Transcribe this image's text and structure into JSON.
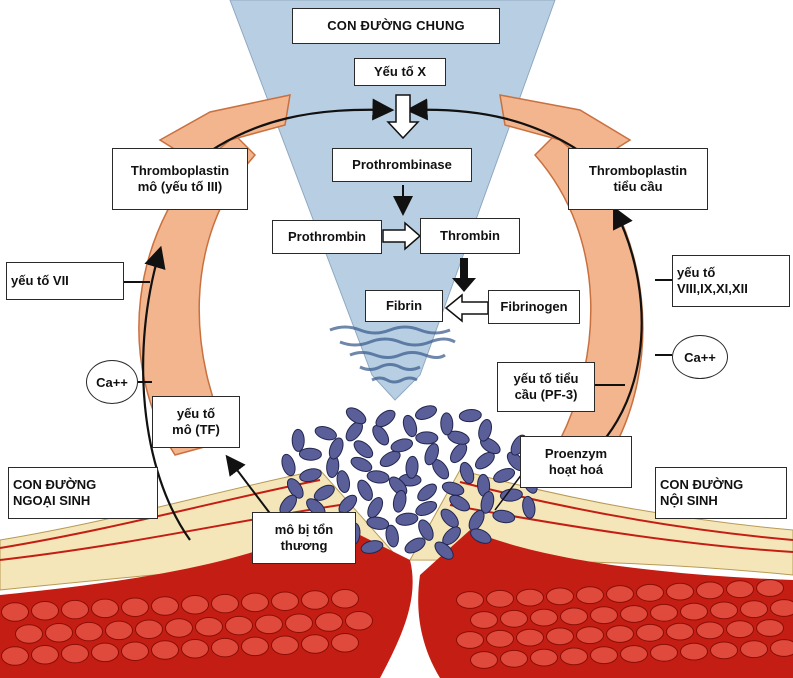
{
  "colors": {
    "funnel": "#b8cfe3",
    "ring": "#f2b58e",
    "ring_edge": "#c9703f",
    "tissue_red": "#c41e14",
    "tissue_cream": "#f4e6b8",
    "clot": "#5a5f9a"
  },
  "common_pathway": {
    "title": "CON ĐƯỜNG CHUNG",
    "factor_x": "Yếu tố X",
    "prothrombinase": "Prothrombinase",
    "prothrombin": "Prothrombin",
    "thrombin": "Thrombin",
    "fibrin": "Fibrin",
    "fibrinogen": "Fibrinogen"
  },
  "extrinsic": {
    "thromboplastin": "Thromboplastin\nmô (yếu tố III)",
    "factor_vii": "yếu tố VII",
    "calcium": "Ca++",
    "tissue_factor": "yếu tố\nmô (TF)",
    "pathway_label": "CON ĐƯỜNG\nNGOẠI SINH",
    "damaged_tissue": "mô bị tổn\nthương"
  },
  "intrinsic": {
    "thromboplastin": "Thromboplastin\ntiểu cầu",
    "factors": "yếu tố\nVIII,IX,XI,XII",
    "calcium": "Ca++",
    "platelet_factor": "yếu tố tiểu\ncầu (PF-3)",
    "proenzyme": "Proenzym\nhoạt hoá",
    "pathway_label": "CON ĐƯỜNG\nNỘI SINH"
  }
}
